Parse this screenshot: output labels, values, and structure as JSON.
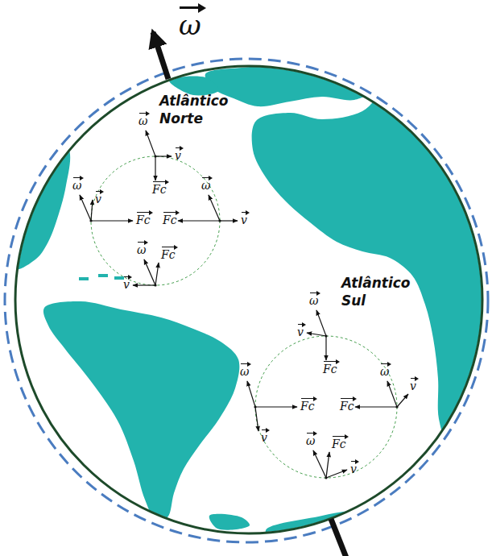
{
  "diagram": {
    "labels": [
      "ω",
      "Atlântico Norte",
      "ω",
      "v",
      "Fc",
      "ω",
      "v",
      "Fc",
      "Fc",
      "ω",
      "v",
      "ω",
      "Fc",
      "v",
      "Atlântico Sul",
      "ω",
      "v",
      "Fc",
      "ω",
      "v",
      "Fc",
      "Fc",
      "ω",
      "v",
      "ω",
      "Fc",
      "v"
    ]
  }
}
